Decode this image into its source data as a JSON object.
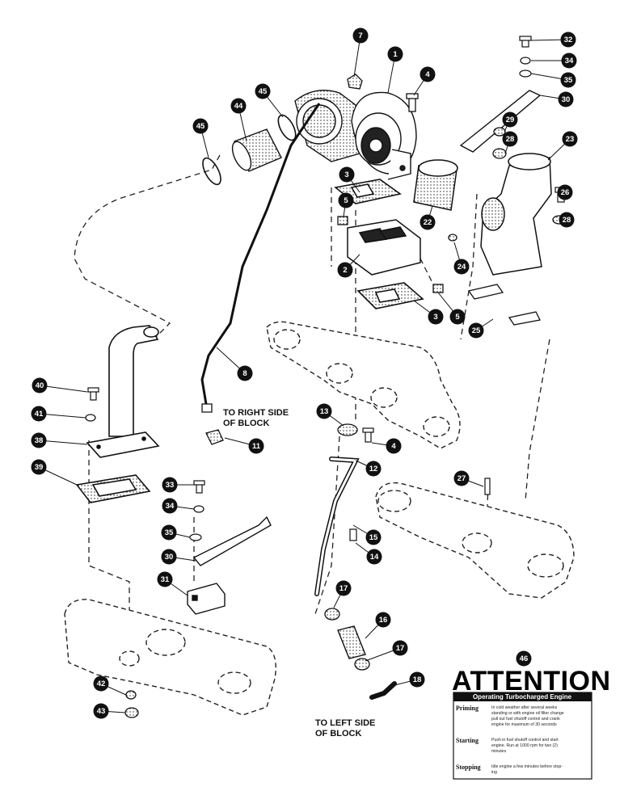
{
  "notes": {
    "right_side": [
      "TO RIGHT SIDE",
      "OF BLOCK"
    ],
    "left_side": [
      "TO LEFT SIDE",
      "OF BLOCK"
    ]
  },
  "callouts": [
    "1",
    "2",
    "3",
    "3",
    "4",
    "4",
    "5",
    "5",
    "7",
    "8",
    "11",
    "12",
    "13",
    "14",
    "15",
    "16",
    "17",
    "17",
    "18",
    "22",
    "23",
    "24",
    "25",
    "26",
    "27",
    "28",
    "28",
    "29",
    "30",
    "30",
    "31",
    "32",
    "33",
    "34",
    "34",
    "35",
    "35",
    "38",
    "39",
    "40",
    "41",
    "42",
    "43",
    "44",
    "45",
    "45",
    "46"
  ],
  "attention": {
    "title": "ATTENTION",
    "subtitle": "Operating Turbocharged Engine",
    "sections": [
      {
        "key": "Priming",
        "lines": [
          "In cold weather after several weeks",
          "standing or with engine oil filter change",
          "pull out fuel shutoff control and crank",
          "engine for maximum of 30 seconds"
        ]
      },
      {
        "key": "Starting",
        "lines": [
          "Push in fuel shutoff control and start",
          "engine. Run at 1000 rpm for two (2)",
          "minutes"
        ]
      },
      {
        "key": "Stopping",
        "lines": [
          "Idle engine a few minutes before stop-",
          "ing"
        ]
      }
    ]
  }
}
